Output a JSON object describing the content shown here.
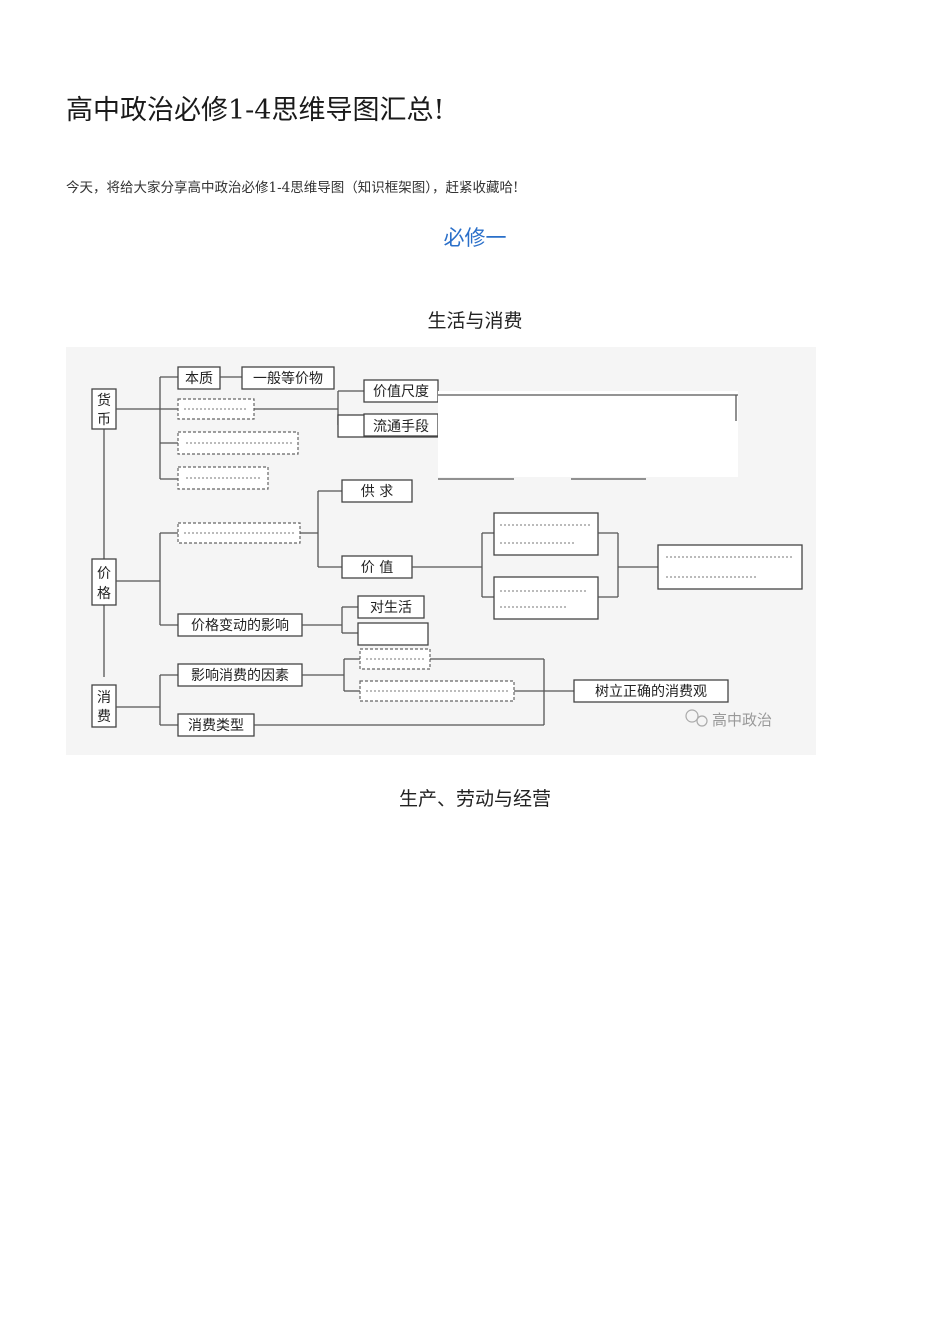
{
  "doc": {
    "title": "高中政治必修1-4思维导图汇总!",
    "intro": "今天，将给大家分享高中政治必修1-4思维导图（知识框架图），赶紧收藏哈!",
    "section": "必修一",
    "captions": [
      "生活与消费",
      "生产、劳动与经营"
    ]
  },
  "mindmap": {
    "roots": [
      {
        "text": [
          "货",
          "币"
        ]
      },
      {
        "text": [
          "价",
          "格"
        ]
      },
      {
        "text": [
          "消",
          "费"
        ]
      }
    ],
    "nodes": {
      "benzhi": "本质",
      "yiban": "一般等价物",
      "jiazhi_chidu": "价值尺度",
      "liutong": "流通手段",
      "gongqiu": "供 求",
      "jiazhi": "价 值",
      "jiage_biandong": "价格变动的影响",
      "dui_shenghuo": "对生活",
      "yingxiang_xiaofei": "影响消费的因素",
      "shuli": "树立正确的消费观",
      "xiaofei_leixing": "消费类型"
    },
    "watermark": "高中政治"
  }
}
